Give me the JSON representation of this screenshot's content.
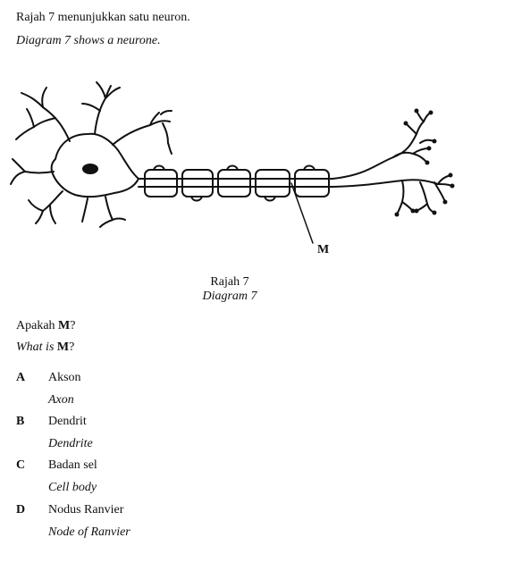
{
  "intro": {
    "malay": "Rajah 7 menunjukkan satu neuron.",
    "english": "Diagram 7 shows a neurone."
  },
  "diagram": {
    "label_m": "M",
    "caption_malay": "Rajah 7",
    "caption_english": "Diagram 7"
  },
  "question": {
    "malay_prefix": "Apakah ",
    "malay_bold": "M",
    "malay_suffix": "?",
    "english_prefix": "What is ",
    "english_bold": "M",
    "english_suffix": "?"
  },
  "options": [
    {
      "letter": "A",
      "malay": "Akson",
      "english": "Axon"
    },
    {
      "letter": "B",
      "malay": "Dendrit",
      "english": "Dendrite"
    },
    {
      "letter": "C",
      "malay": "Badan sel",
      "english": "Cell body"
    },
    {
      "letter": "D",
      "malay": "Nodus Ranvier",
      "english": "Node of Ranvier"
    }
  ]
}
